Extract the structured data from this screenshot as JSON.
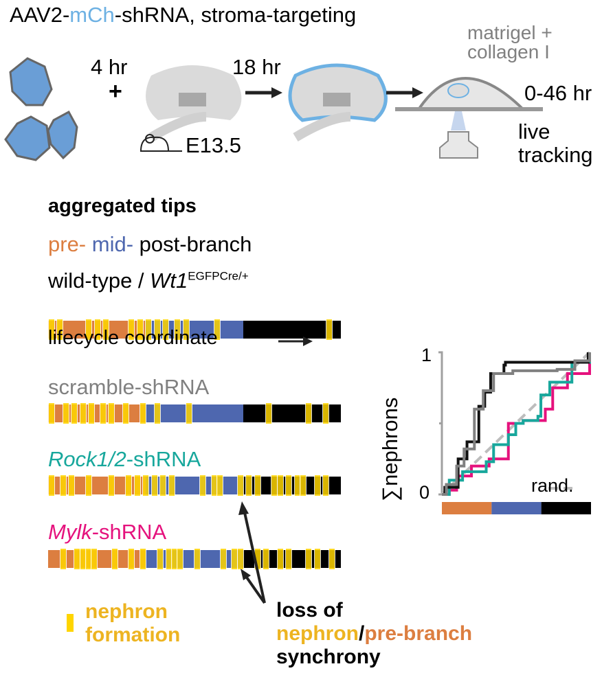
{
  "schematic": {
    "title_pre": "AAV2-",
    "title_mid": "mCh",
    "title_post": "-shRNA, stroma-targeting",
    "step1_time": "4 hr",
    "plus": "+",
    "step2_time": "18 hr",
    "stage": "E13.5",
    "gel_line1": "matrigel +",
    "gel_line2": "collagen I",
    "imaging_time": "0-46 hr",
    "imaging_line1": "live",
    "imaging_line2": "tracking"
  },
  "tips": {
    "heading": "aggregated tips",
    "phase_pre": "pre-",
    "phase_mid": "mid-",
    "phase_post": "post-branch",
    "axis_label": "lifecycle coordinate",
    "conditions": [
      {
        "label_italic": "",
        "label": "wild-type / ",
        "gene": "Wt1",
        "sup": "EGFPCre/+",
        "marks": [
          0.0,
          0.03,
          0.13,
          0.16,
          0.19,
          0.28,
          0.31,
          0.34,
          0.37,
          0.4,
          0.44,
          0.47,
          0.58,
          0.97
        ]
      },
      {
        "label_italic": "",
        "label": "scramble-shRNA",
        "marks": [
          0.0,
          0.05,
          0.08,
          0.11,
          0.14,
          0.18,
          0.21,
          0.26,
          0.32,
          0.37,
          0.48,
          0.76,
          0.9,
          0.96
        ]
      },
      {
        "label_italic": "Rock1/2",
        "label": "-shRNA",
        "marks": [
          0.0,
          0.04,
          0.07,
          0.13,
          0.21,
          0.27,
          0.3,
          0.33,
          0.36,
          0.39,
          0.42,
          0.53,
          0.57,
          0.59,
          0.66,
          0.69,
          0.72,
          0.78,
          0.8,
          0.83,
          0.86,
          0.88,
          0.93,
          0.96
        ]
      },
      {
        "label_italic": "Mylk",
        "label": "-shRNA",
        "marks": [
          0.04,
          0.09,
          0.11,
          0.13,
          0.15,
          0.22,
          0.28,
          0.32,
          0.38,
          0.41,
          0.43,
          0.45,
          0.51,
          0.6,
          0.64,
          0.66,
          0.72,
          0.75,
          0.8,
          0.83,
          0.9,
          0.93,
          0.98
        ]
      }
    ],
    "legend_line1": "nephron",
    "legend_line2": "formation",
    "note_line1": "loss of",
    "note_nephron": "nephron",
    "note_slash": "/",
    "note_prebranch": "pre-branch",
    "note_line3": "synchrony"
  },
  "colors": {
    "pre": "#DC7E40",
    "mid": "#4E67AF",
    "post": "#000000",
    "mark": "#FFD500",
    "wt": "#000000",
    "scramble": "#808080",
    "rock": "#17A79C",
    "mylk": "#E5127D",
    "gold": "#EDB421",
    "mch": "#6DB1E3",
    "rand": "#BDBDBD"
  },
  "chart_data": {
    "type": "line",
    "ylabel": "∑nephrons",
    "yticks": [
      "0",
      "1"
    ],
    "ylim": [
      0,
      1
    ],
    "xlim": [
      0,
      1
    ],
    "xbar": [
      "pre",
      "mid",
      "post"
    ],
    "rand_label": "rand.",
    "series": [
      {
        "name": "rand.",
        "color": "#BDBDBD",
        "dashed": true,
        "points": [
          [
            0,
            0
          ],
          [
            1,
            1
          ]
        ]
      },
      {
        "name": "Mylk-shRNA",
        "color": "#E5127D",
        "points": [
          [
            0,
            0
          ],
          [
            0.05,
            0.03
          ],
          [
            0.1,
            0.13
          ],
          [
            0.2,
            0.2
          ],
          [
            0.32,
            0.25
          ],
          [
            0.45,
            0.5
          ],
          [
            0.55,
            0.52
          ],
          [
            0.7,
            0.6
          ],
          [
            0.75,
            0.75
          ],
          [
            0.85,
            0.85
          ],
          [
            1,
            1
          ]
        ]
      },
      {
        "name": "Rock1/2-shRNA",
        "color": "#17A79C",
        "points": [
          [
            0,
            0
          ],
          [
            0.05,
            0.1
          ],
          [
            0.14,
            0.16
          ],
          [
            0.3,
            0.23
          ],
          [
            0.35,
            0.35
          ],
          [
            0.45,
            0.42
          ],
          [
            0.5,
            0.5
          ],
          [
            0.55,
            0.52
          ],
          [
            0.65,
            0.55
          ],
          [
            0.67,
            0.7
          ],
          [
            0.73,
            0.79
          ],
          [
            0.88,
            0.93
          ],
          [
            1,
            1
          ]
        ]
      },
      {
        "name": "wild-type",
        "color": "#111111",
        "points": [
          [
            0,
            0
          ],
          [
            0.02,
            0.05
          ],
          [
            0.09,
            0.05
          ],
          [
            0.11,
            0.25
          ],
          [
            0.17,
            0.37
          ],
          [
            0.25,
            0.62
          ],
          [
            0.29,
            0.72
          ],
          [
            0.33,
            0.85
          ],
          [
            0.42,
            0.91
          ],
          [
            0.43,
            0.93
          ],
          [
            0.96,
            0.93
          ],
          [
            0.99,
            1
          ]
        ]
      },
      {
        "name": "scramble-shRNA",
        "color": "#808080",
        "points": [
          [
            0,
            0
          ],
          [
            0.03,
            0.07
          ],
          [
            0.1,
            0.2
          ],
          [
            0.15,
            0.32
          ],
          [
            0.22,
            0.6
          ],
          [
            0.28,
            0.73
          ],
          [
            0.35,
            0.85
          ],
          [
            0.48,
            0.87
          ],
          [
            0.78,
            0.88
          ],
          [
            0.9,
            0.94
          ],
          [
            1,
            1
          ]
        ]
      }
    ]
  }
}
